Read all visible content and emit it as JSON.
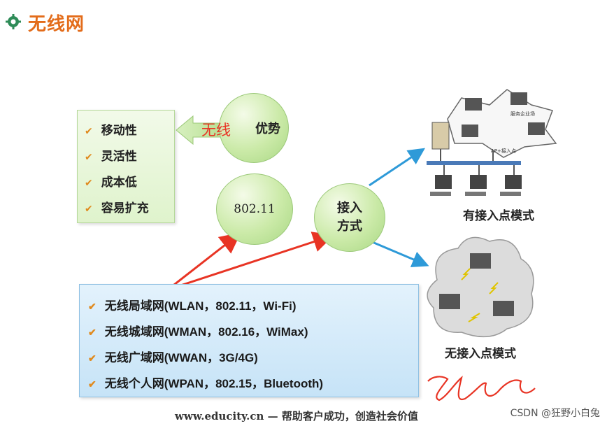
{
  "header": {
    "title": "无线网"
  },
  "advantages": {
    "label_annotation": "无线",
    "bubble_label": "优势",
    "items": [
      "移动性",
      "灵活性",
      "成本低",
      "容易扩充"
    ]
  },
  "center": {
    "label": "802.11"
  },
  "access": {
    "label_line1": "接入",
    "label_line2": "方式",
    "modes": [
      "有接入点模式",
      "无接入点模式"
    ],
    "cluster_labels": [
      "服务企业场",
      "AP+接入点"
    ]
  },
  "network_types": [
    "无线局域网(WLAN，802.11，Wi-Fi)",
    "无线城域网(WMAN，802.16，WiMax)",
    "无线广域网(WWAN，3G/4G)",
    "无线个人网(WPAN，802.15，Bluetooth)"
  ],
  "footer": {
    "text": "www.educity.cn — 帮助客户成功，创造社会价值"
  },
  "watermark": "CSDN @狂野小白兔",
  "colors": {
    "title": "#e36c1a",
    "annotation_red": "#e83424",
    "arrow_blue": "#2e9ad8",
    "check_orange": "#e08a1e"
  }
}
